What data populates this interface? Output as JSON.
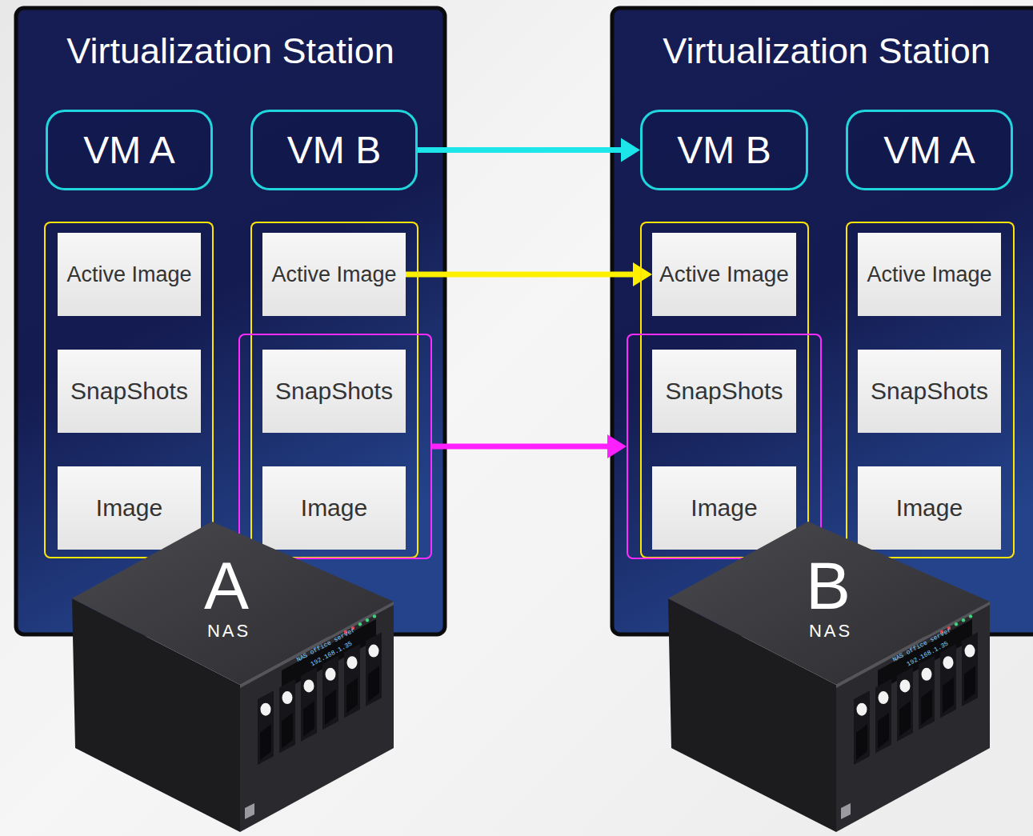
{
  "diagram": {
    "nodes": [
      {
        "text": [
          "Virtualization Station"
        ]
      },
      {
        "text": [
          "VM A"
        ],
        "in": 0
      },
      {
        "text": [
          "VM B"
        ],
        "in": 0
      },
      {
        "text": [],
        "in": 0
      },
      {
        "text": [
          "Active Image"
        ],
        "in": 3
      },
      {
        "text": [
          "SnapShots"
        ],
        "in": 3
      },
      {
        "text": [
          "Image"
        ],
        "in": 3
      },
      {
        "text": [],
        "in": 0
      },
      {
        "text": [
          "Active Image"
        ],
        "in": 7
      },
      {
        "text": [],
        "in": 7
      },
      {
        "text": [
          "SnapShots"
        ],
        "in": 9
      },
      {
        "text": [
          "Image"
        ],
        "in": 9
      },
      {
        "text": [
          "Virtualization Station"
        ]
      },
      {
        "text": [
          "VM B"
        ],
        "in": 12
      },
      {
        "text": [
          "VM A"
        ],
        "in": 12
      },
      {
        "text": [],
        "in": 12
      },
      {
        "text": [
          "Active Image"
        ],
        "in": 15
      },
      {
        "text": [],
        "in": 15
      },
      {
        "text": [
          "SnapShots"
        ],
        "in": 17
      },
      {
        "text": [
          "Image"
        ],
        "in": 17
      },
      {
        "text": [],
        "in": 12
      },
      {
        "text": [
          "Active Image"
        ],
        "in": 20
      },
      {
        "text": [
          "SnapShots"
        ],
        "in": 20
      },
      {
        "text": [
          "Image"
        ],
        "in": 20
      }
    ],
    "edges": [
      {
        "from": 2,
        "to": 13,
        "arrow": "to"
      },
      {
        "from": 8,
        "to": 16,
        "arrow": "to"
      },
      {
        "from": 9,
        "to": 17,
        "arrow": "to"
      }
    ],
    "labels": [
      "A",
      "NAS",
      "NAS office server",
      "192.168.1.35",
      "B",
      "NAS",
      "NAS office server",
      "192.168.1.35"
    ]
  }
}
